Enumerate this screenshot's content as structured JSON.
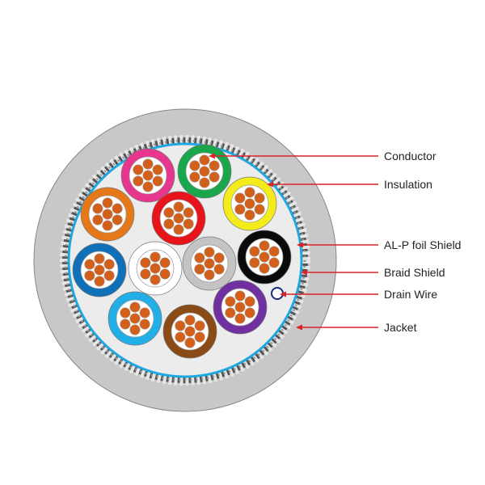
{
  "labels": [
    {
      "id": "conductor",
      "text": "Conductor"
    },
    {
      "id": "insulation",
      "text": "Insulation"
    },
    {
      "id": "al-p-foil-shield",
      "text": "AL-P foil Shield"
    },
    {
      "id": "braid-shield",
      "text": "Braid Shield"
    },
    {
      "id": "drain-wire",
      "text": "Drain Wire"
    },
    {
      "id": "jacket",
      "text": "Jacket"
    }
  ],
  "colors": {
    "jacket": "#c8c8c8",
    "foil": "#1fa8e0",
    "filler": "#eeeeee",
    "conductor": "#d2601a",
    "leader": "#d9232a",
    "cores": [
      "#e6368e",
      "#1aa64a",
      "#e57819",
      "#e8141c",
      "#f3ec1a",
      "#0f6fb8",
      "#ffffff",
      "#c4c4c4",
      "#0a0a0a",
      "#22aee6",
      "#8a4b16",
      "#7030a0"
    ]
  }
}
